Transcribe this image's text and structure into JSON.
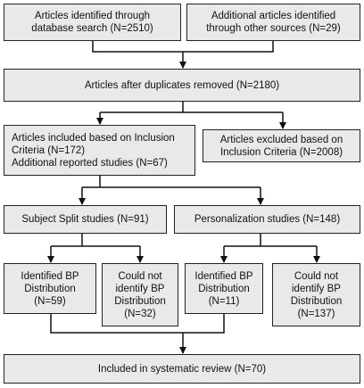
{
  "boxes": {
    "database_search": "Articles identified through\ndatabase search (N=2510)",
    "other_sources": "Additional articles identified\nthrough other sources (N=29)",
    "after_duplicates": "Articles after duplicates removed (N=2180)",
    "included_criteria": "Articles included based on Inclusion\nCriteria (N=172)\nAdditional reported studies (N=67)",
    "excluded_criteria": "Articles excluded based on\nInclusion Criteria (N=2008)",
    "subject_split": "Subject Split studies (N=91)",
    "personalization": "Personalization studies (N=148)",
    "ss_identified": "Identified BP\nDistribution\n(N=59)",
    "ss_not_identified": "Could not\nidentify BP\nDistribution\n(N=32)",
    "p_identified": "Identified BP\nDistribution\n(N=11)",
    "p_not_identified": "Could not\nidentify BP\nDistribution\n(N=137)",
    "systematic_review": "Included in systematic review (N=70)"
  }
}
